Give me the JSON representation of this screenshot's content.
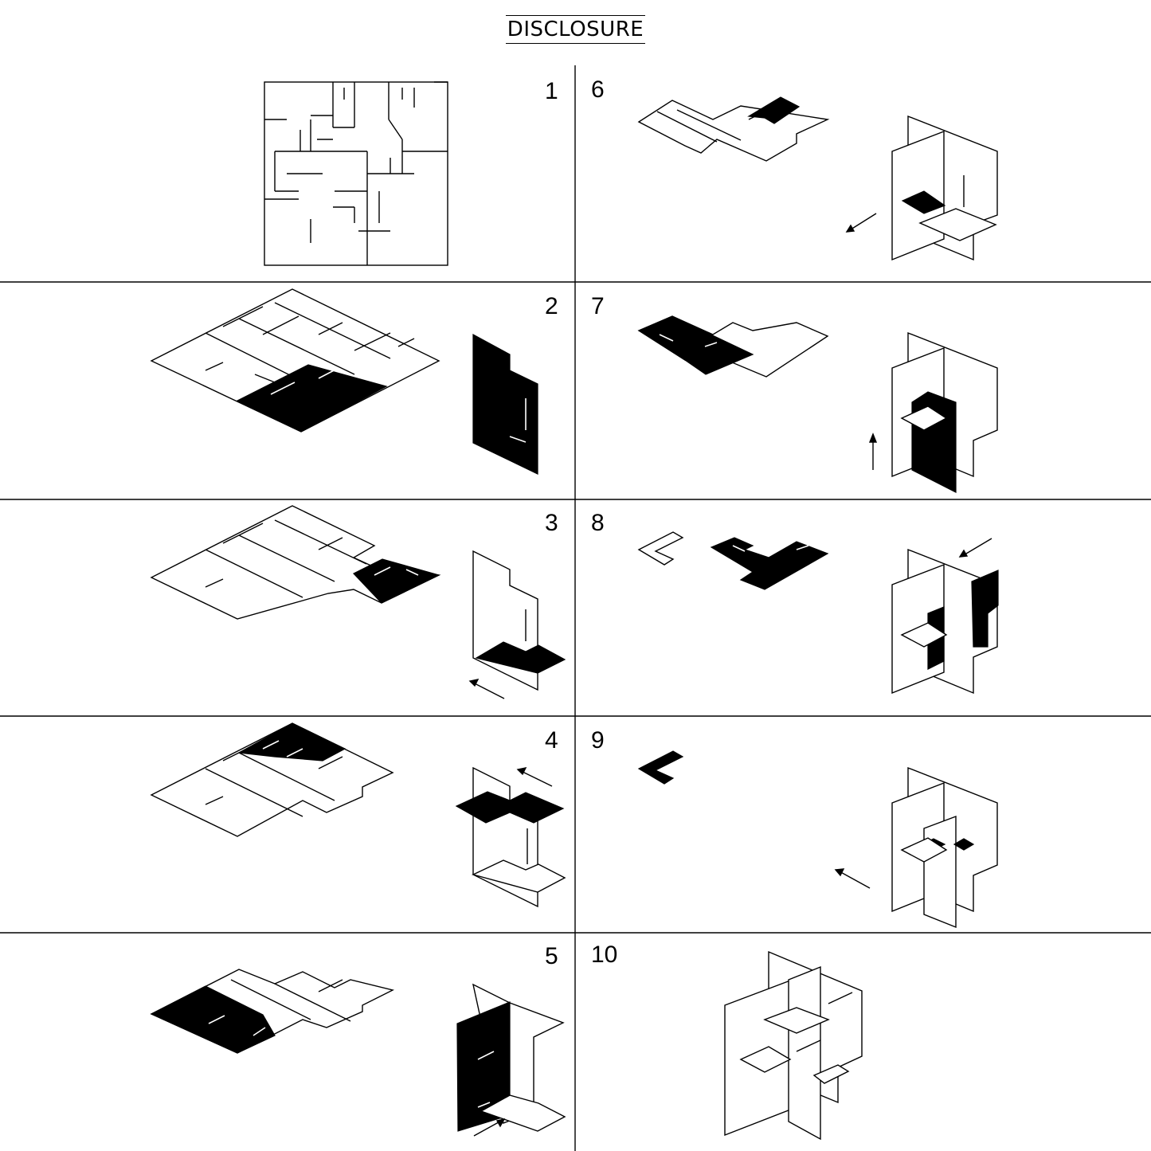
{
  "title": "DISCLOSURE",
  "steps": [
    "1",
    "2",
    "3",
    "4",
    "5",
    "6",
    "7",
    "8",
    "9",
    "10"
  ],
  "colors": {
    "ink": "#000000",
    "paper": "#ffffff"
  }
}
